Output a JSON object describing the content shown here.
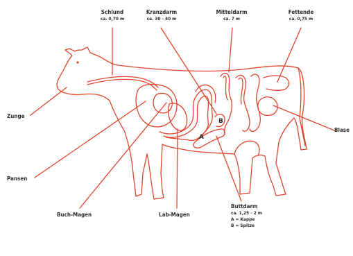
{
  "labels": {
    "schlund": {
      "name": "Schlund",
      "length": "ca. 0,70 m"
    },
    "kranzdarm": {
      "name": "Kranzdarm",
      "length": "ca. 30 - 40 m"
    },
    "mitteldarm": {
      "name": "Mitteldarm",
      "length": "ca. 7 m"
    },
    "fettende": {
      "name": "Fettende",
      "length": "ca. 0,75 m"
    },
    "zunge": {
      "name": "Zunge"
    },
    "blase": {
      "name": "Blase"
    },
    "pansen": {
      "name": "Pansen"
    },
    "buch_magen": {
      "name": "Buch-Magen"
    },
    "lab_magen": {
      "name": "Lab-Magen"
    },
    "buttdarm": {
      "name": "Buttdarm",
      "length": "ca. 1,25 - 2 m",
      "legend_a": "A = Kappe",
      "legend_b": "B = Spitze"
    }
  },
  "markers": {
    "a": "A",
    "b": "B"
  },
  "colors": {
    "outline": "#e0442c",
    "text": "#2a2a2a"
  }
}
